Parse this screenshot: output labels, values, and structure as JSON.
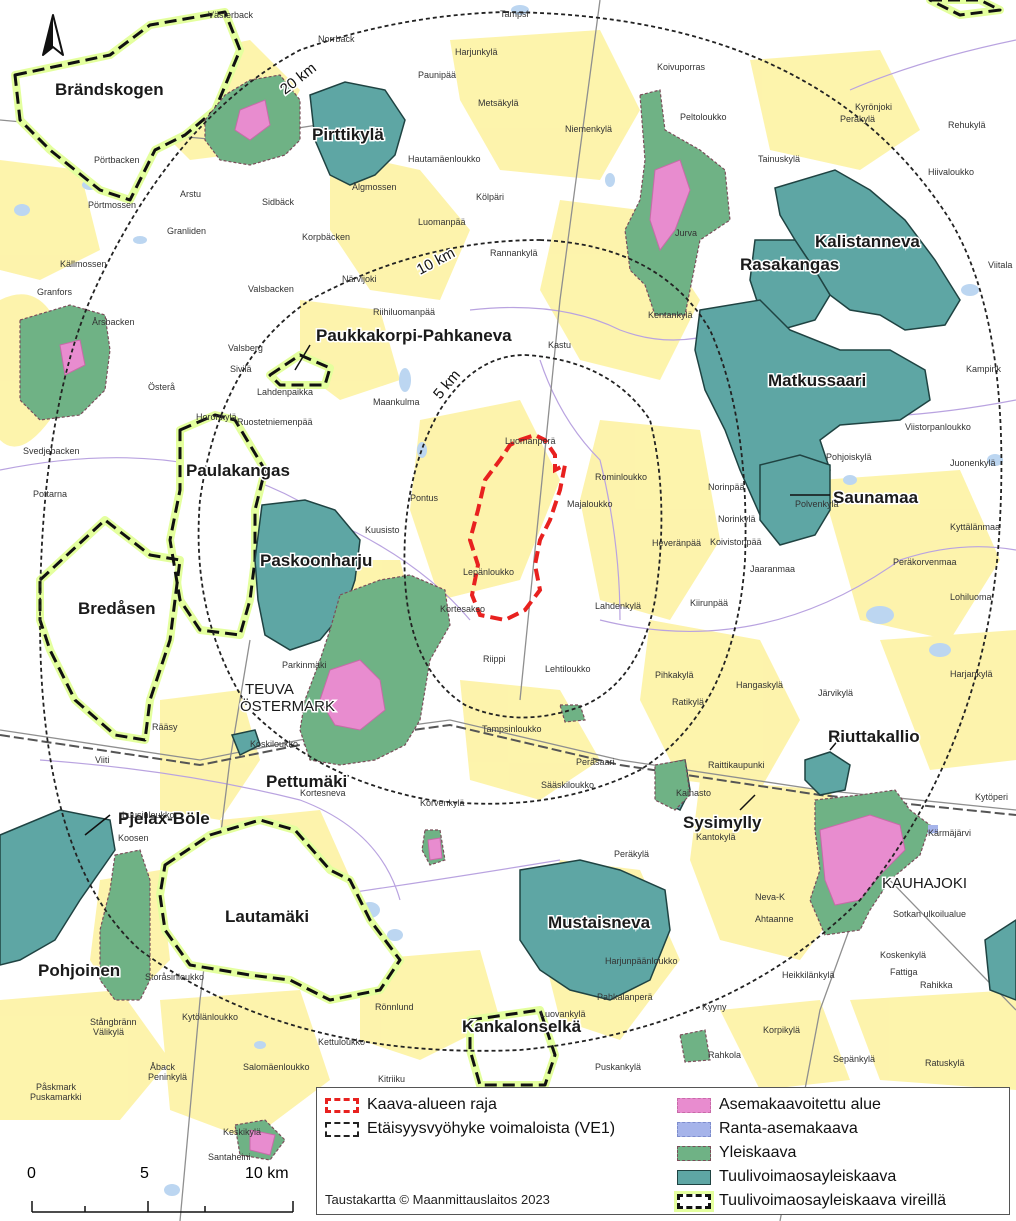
{
  "colors": {
    "plan_boundary": "#e8211f",
    "detailed_plan": "#e88ccf",
    "shore_plan": "#a6b4ea",
    "master_plan": "#6fb285",
    "wind_plan": "#5ea6a4",
    "wind_plan_pending_glow": "#e4ff9e",
    "fields": "#fdf3a8",
    "water": "#bcd6f1",
    "boundary_lines": "#b9a3e0"
  },
  "areas": {
    "brandskogen": "Brändskogen",
    "pirttikyla": "Pirttikylä",
    "kalistanneva": "Kalistanneva",
    "rasakangas": "Rasakangas",
    "matkussaari": "Matkussaari",
    "saunamaa": "Saunamaa",
    "paukkakorpi": "Paukkakorpi-Pahkaneva",
    "paulakangas": "Paulakangas",
    "paskoonharju": "Paskoonharju",
    "bredasen": "Bredåsen",
    "pettumaki": "Pettumäki",
    "pjelax": "Pjelax-Böle",
    "lautamaki": "Lautamäki",
    "pohjoinen": "Pohjoinen",
    "mustaisneva": "Mustaisneva",
    "kankalonselka": "Kankalonselkä",
    "sysimylly": "Sysimylly",
    "riuttakallio": "Riuttakallio"
  },
  "places": {
    "teuva": "TEUVA",
    "ostermark": "ÖSTERMARK",
    "kauhajoki": "KAUHAJOKI",
    "vasterback": "Västerback",
    "norrback": "Norrback",
    "harjunkyla": "Harjunkylä",
    "paunipaa": "Paunipää",
    "koivuporras": "Koivuporras",
    "metsakyla": "Metsäkylä",
    "niemenkyla": "Niemenkylä",
    "peltoloukko": "Peltoloukko",
    "perakyla_ne": "Peräkylä",
    "rehukyla": "Rehukylä",
    "tainuskyla": "Tainuskylä",
    "hiivaloukko": "Hiivaloukko",
    "hautamaenloukko": "Hautamäenloukko",
    "kolpari": "Kölpäri",
    "luomanpaa": "Luomanpää",
    "rannankyla": "Rannankylä",
    "narvijoki": "Närvijoki",
    "valsbacken": "Valsbacken",
    "riihiluomanpaa": "Riihiluomanpää",
    "kentankyla": "Kentankylä",
    "kastu": "Kastu",
    "maankulma": "Maankulma",
    "luomanpera": "Luomanperä",
    "rominloukko": "Rominloukko",
    "majaloukko": "Majaloukko",
    "pontus": "Pontus",
    "kuusisto": "Kuusisto",
    "lepanloukko": "Lepänloukko",
    "kortesakso": "Kortesakso",
    "lahdenkyla": "Lahdenkylä",
    "riippi": "Riippi",
    "lehtiloukko": "Lehtiloukko",
    "heveranpaa": "Heveränpää",
    "kiirunpaa": "Kiirunpää",
    "pihkakyla": "Pihkakylä",
    "ratikyla": "Ratikylä",
    "hangaskyla": "Hangaskylä",
    "jarvikyla": "Järvikylä",
    "tampsinloukko": "Tampsinloukko",
    "perasaari": "Peräsaari",
    "saaskiloukko": "Sääskiloukko",
    "korvenkyla": "Korvenkylä",
    "raittikaupunki": "Raittikaupunki",
    "kainasto": "Kainasto",
    "kantokyla": "Kantokylä",
    "perakyla_s": "Peräkylä",
    "luovankyla": "Luovankylä",
    "harjunpaanloukko": "Harjunpäänloukko",
    "pahkalanpera": "Pahkalanperä",
    "kyyny": "Kyyny",
    "rahkola": "Rahkola",
    "puskankyla": "Puskankylä",
    "korpikyla": "Korpikylä",
    "sepankyla": "Sepänkylä",
    "ratuskyla": "Ratuskylä",
    "heikkilankyla": "Heikkilänkylä",
    "rahikka": "Rahikka",
    "koskenkyla": "Koskenkylä",
    "sotkan": "Sotkan ulkoilualue",
    "ronnlund": "Rönnlund",
    "kettuloukko": "Kettuloukko",
    "kitriiku": "Kitriiku",
    "salomaenloukko": "Salomäenloukko",
    "kytolanloukko": "Kytölänloukko",
    "keskikyla": "Keskikylä",
    "santaheini": "Santaheini",
    "paskmark": "Påskmark",
    "puskamarkki": "Puskamarkki",
    "aback": "Åback",
    "peninkyla": "Peninkylä",
    "stangbrann": "Stångbränn",
    "valikyla": "Välikylä",
    "storasinloukko": "Storåsinloukko",
    "koosen": "Koosen",
    "luusinloukko": "Luusinloukko",
    "viiti": "Viiti",
    "raasy": "Rääsy",
    "koskiloukko": "Koskiloukko",
    "kortesneva": "Kortesneva",
    "parkinmaki": "Parkinmäki",
    "horonkyla": "Horonkylä",
    "ostera": "Österå",
    "sivila": "Sivilä",
    "valsberg": "Valsberg",
    "lahdenpaikka": "Lahdenpaikka",
    "ruostetniemenpaa": "Ruostetniemenpää",
    "svedjebacken": "Svedjebacken",
    "pottarna": "Pottarna",
    "granforsbacken": "Granfors",
    "arsbacken": "Årsbacken",
    "kallmossen": "Källmossen",
    "granliden": "Granliden",
    "portmossen": "Pörtmossen",
    "portbacken": "Pörtbacken",
    "arstu": "Arstu",
    "sidback": "Sidbäck",
    "korpbacken": "Korpbäcken",
    "algmossen": "Älgmossen",
    "kampinkyla": "Kampink",
    "viistorpanloukko": "Viistorpanloukko",
    "juonenkyla": "Juonenkylä",
    "kyttalanmaa": "Kyttälänmaa",
    "perakorvenmaa": "Peräkorvenmaa",
    "lohiluoma": "Lohiluoma",
    "harjankyla": "Harjankylä",
    "kytoperi": "Kytöperi",
    "jaaranmaa": "Jaaranmaa",
    "koivistonpaa": "Koivistonpää",
    "norinpaa": "Norinpää",
    "norinkyla": "Norinkylä",
    "pohjoiskyla": "Pohjoiskylä",
    "polvenkyla": "Polvenkylä",
    "viitala": "Viitala",
    "kyronjoki": "Kyrönjoki",
    "tampsi": "Tampsi",
    "fattiga": "Fattiga",
    "ahtaanne": "Ahtaanne",
    "neva": "Neva-K",
    "karmijarvi": "Kärmäjärvi",
    "jurva": "Jurva"
  },
  "distance_labels": {
    "r20": "20 km",
    "r10": "10 km",
    "r5": "5 km"
  },
  "legend": {
    "items": [
      {
        "label": "Kaava-alueen raja"
      },
      {
        "label": "Etäisyysvyöhyke voimaloista (VE1)"
      },
      {
        "label": "Asemakaavoitettu alue"
      },
      {
        "label": "Ranta-asemakaava"
      },
      {
        "label": "Yleiskaava"
      },
      {
        "label": "Tuulivoimaosayleiskaava"
      },
      {
        "label": "Tuulivoimaosayleiskaava vireillä"
      }
    ],
    "credit": "Taustakartta © Maanmittauslaitos 2023"
  },
  "scale": {
    "labels": [
      "0",
      "5",
      "10 km"
    ]
  }
}
